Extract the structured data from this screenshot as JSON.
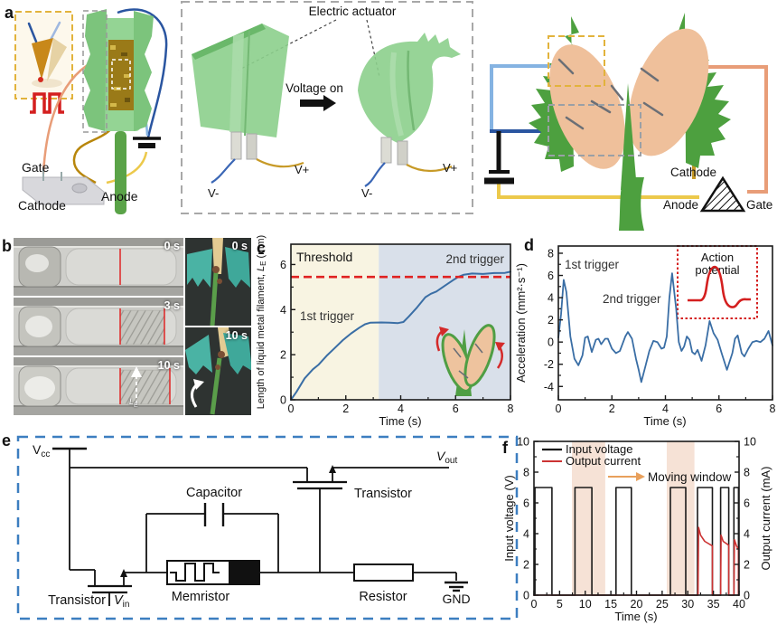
{
  "figure": {
    "panel_labels": {
      "a": "a",
      "b": "b",
      "c": "c",
      "d": "d",
      "e": "e",
      "f": "f"
    },
    "panel_a": {
      "device": {
        "gate": "Gate",
        "cathode": "Cathode",
        "anode": "Anode"
      },
      "actuator_box": {
        "title": "Electric actuator",
        "voltage_on": "Voltage on",
        "v_minus_left": "V-",
        "v_plus_left": "V+",
        "v_minus_right": "V-",
        "v_plus_right": "V+"
      },
      "plant": {
        "cathode": "Cathode",
        "anode": "Anode",
        "gate": "Gate"
      }
    },
    "panel_b": {
      "left_frames": [
        "0 s",
        "3 s",
        "10 s"
      ],
      "right_frames": [
        "0 s",
        "10 s"
      ],
      "marker": {
        "symbol": "L",
        "sub": "E"
      }
    },
    "panel_e": {
      "vcc": {
        "base": "V",
        "sub": "cc"
      },
      "vin": {
        "base": "V",
        "sub": "in"
      },
      "vout": {
        "base": "V",
        "sub": "out"
      },
      "transistor1": "Transistor",
      "transistor2": "Transistor",
      "capacitor": "Capacitor",
      "memristor": "Memristor",
      "resistor": "Resistor",
      "gnd": "GND"
    }
  },
  "chart_data": [
    {
      "id": "c",
      "type": "line",
      "ylabel_prefix": "Length of liquid metal filament, ",
      "ylabel_symbol": "L",
      "ylabel_sub": "E",
      "ylabel_suffix": " (mm)",
      "xlabel": "Time (s)",
      "xlim": [
        0,
        8
      ],
      "ylim": [
        0,
        6.9
      ],
      "xticks": [
        0,
        2,
        4,
        6,
        8
      ],
      "yticks": [
        0,
        2,
        4,
        6
      ],
      "xminor": [
        1,
        3,
        5,
        7
      ],
      "yminor": [
        1,
        3,
        5
      ],
      "threshold": {
        "label": "Threshold",
        "value": 5.45,
        "color": "#e02222"
      },
      "regions": [
        {
          "from": 0,
          "to": 3.2,
          "color": "#f8f4e2"
        },
        {
          "from": 3.2,
          "to": 8,
          "color": "#d9e0ea"
        }
      ],
      "annotations": [
        {
          "text": "1st trigger"
        },
        {
          "text": "2nd trigger"
        }
      ],
      "series": [
        {
          "name": "filament length",
          "color": "#3a6ea5",
          "points": [
            [
              0,
              0
            ],
            [
              0.2,
              0.35
            ],
            [
              0.5,
              0.95
            ],
            [
              0.8,
              1.35
            ],
            [
              1.0,
              1.55
            ],
            [
              1.3,
              1.95
            ],
            [
              1.6,
              2.3
            ],
            [
              1.9,
              2.65
            ],
            [
              2.2,
              2.95
            ],
            [
              2.5,
              3.2
            ],
            [
              2.7,
              3.35
            ],
            [
              2.9,
              3.42
            ],
            [
              3.3,
              3.43
            ],
            [
              3.6,
              3.42
            ],
            [
              3.9,
              3.4
            ],
            [
              4.1,
              3.45
            ],
            [
              4.3,
              3.7
            ],
            [
              4.6,
              4.1
            ],
            [
              4.9,
              4.55
            ],
            [
              5.1,
              4.7
            ],
            [
              5.3,
              4.8
            ],
            [
              5.6,
              5.05
            ],
            [
              5.9,
              5.3
            ],
            [
              6.1,
              5.45
            ],
            [
              6.3,
              5.55
            ],
            [
              6.6,
              5.6
            ],
            [
              7.0,
              5.58
            ],
            [
              7.4,
              5.62
            ],
            [
              7.8,
              5.63
            ],
            [
              8.0,
              5.68
            ]
          ]
        }
      ]
    },
    {
      "id": "d",
      "type": "line",
      "ylabel": "Acceleration (mm²·s⁻¹)",
      "xlabel": "Time (s)",
      "xlim": [
        0,
        8
      ],
      "ylim": [
        -5.2,
        8.65
      ],
      "xticks": [
        0,
        2,
        4,
        6,
        8
      ],
      "yticks": [
        -4,
        -2,
        0,
        2,
        4,
        6,
        8
      ],
      "xminor": [
        1,
        3,
        5,
        7
      ],
      "yminor": [
        -3,
        -1,
        1,
        3,
        5,
        7
      ],
      "annotations": [
        {
          "text": "1st trigger"
        },
        {
          "text": "2nd trigger"
        }
      ],
      "inset": {
        "line1": "Action",
        "line2": "potential",
        "color": "#d41f1f"
      },
      "series": [
        {
          "name": "acceleration",
          "color": "#3a6ea5",
          "points": [
            [
              0,
              0.4
            ],
            [
              0.1,
              2.5
            ],
            [
              0.2,
              5.6
            ],
            [
              0.3,
              4.5
            ],
            [
              0.45,
              0.5
            ],
            [
              0.6,
              -1.5
            ],
            [
              0.75,
              -2.1
            ],
            [
              0.9,
              -1.2
            ],
            [
              1.0,
              0.4
            ],
            [
              1.1,
              0.5
            ],
            [
              1.25,
              -0.9
            ],
            [
              1.4,
              0.2
            ],
            [
              1.5,
              0.3
            ],
            [
              1.6,
              -0.2
            ],
            [
              1.75,
              0.3
            ],
            [
              1.85,
              0.3
            ],
            [
              2.0,
              -0.6
            ],
            [
              2.15,
              -1.0
            ],
            [
              2.3,
              -0.8
            ],
            [
              2.5,
              0.5
            ],
            [
              2.6,
              0.9
            ],
            [
              2.75,
              0.3
            ],
            [
              2.9,
              -1.5
            ],
            [
              3.0,
              -2.5
            ],
            [
              3.1,
              -3.6
            ],
            [
              3.25,
              -2.2
            ],
            [
              3.4,
              -0.8
            ],
            [
              3.55,
              0.1
            ],
            [
              3.7,
              0.0
            ],
            [
              3.85,
              -0.6
            ],
            [
              3.95,
              -0.5
            ],
            [
              4.05,
              0.5
            ],
            [
              4.15,
              4.0
            ],
            [
              4.25,
              6.2
            ],
            [
              4.4,
              3.0
            ],
            [
              4.5,
              0.0
            ],
            [
              4.6,
              -0.8
            ],
            [
              4.7,
              -0.4
            ],
            [
              4.8,
              0.5
            ],
            [
              4.9,
              0.2
            ],
            [
              5.0,
              -0.9
            ],
            [
              5.1,
              -1.1
            ],
            [
              5.2,
              -0.7
            ],
            [
              5.35,
              -1.7
            ],
            [
              5.5,
              -0.3
            ],
            [
              5.65,
              1.9
            ],
            [
              5.8,
              0.8
            ],
            [
              5.95,
              0.2
            ],
            [
              6.1,
              -1.0
            ],
            [
              6.3,
              -2.5
            ],
            [
              6.5,
              -1.0
            ],
            [
              6.6,
              0.3
            ],
            [
              6.7,
              0.6
            ],
            [
              6.85,
              -1.0
            ],
            [
              6.95,
              -1.3
            ],
            [
              7.1,
              -0.6
            ],
            [
              7.25,
              0.0
            ],
            [
              7.4,
              0.1
            ],
            [
              7.55,
              0.0
            ],
            [
              7.7,
              0.3
            ],
            [
              7.85,
              1.0
            ],
            [
              8.0,
              -0.3
            ]
          ]
        }
      ]
    },
    {
      "id": "f",
      "type": "line",
      "ylabel_left": "Input voltage (V)",
      "ylabel_right": "Output current (mA)",
      "xlabel": "Time (s)",
      "xlim": [
        0,
        40
      ],
      "ylim": [
        0,
        10
      ],
      "xticks": [
        0,
        5,
        10,
        15,
        20,
        25,
        30,
        35,
        40
      ],
      "yticks": [
        0,
        2,
        4,
        6,
        8,
        10
      ],
      "xminor": [
        2.5,
        7.5,
        12.5,
        17.5,
        22.5,
        27.5,
        32.5,
        37.5
      ],
      "yminor": [
        1,
        3,
        5,
        7,
        9
      ],
      "legend": [
        {
          "label": "Input voltage",
          "color": "#1a1a1a"
        },
        {
          "label": "Output current",
          "color": "#cc3333"
        }
      ],
      "moving_window": {
        "label": "Moving window",
        "color": "#e8a05c",
        "band_color": "#f6e2d6",
        "bands": [
          [
            7.4,
            13.9
          ],
          [
            25.9,
            31.3
          ]
        ]
      },
      "series": [
        {
          "name": "Input voltage",
          "color": "#1a1a1a",
          "points": [
            [
              0,
              0
            ],
            [
              0.2,
              0
            ],
            [
              0.2,
              7
            ],
            [
              3.5,
              7
            ],
            [
              3.5,
              0
            ],
            [
              8,
              0
            ],
            [
              8,
              7
            ],
            [
              11.3,
              7
            ],
            [
              11.3,
              0
            ],
            [
              16,
              0
            ],
            [
              16,
              7
            ],
            [
              19,
              7
            ],
            [
              19,
              0
            ],
            [
              26.6,
              0
            ],
            [
              26.6,
              7
            ],
            [
              29.6,
              7
            ],
            [
              29.6,
              0
            ],
            [
              31.9,
              0
            ],
            [
              31.9,
              7
            ],
            [
              34.8,
              7
            ],
            [
              34.8,
              0
            ],
            [
              36.4,
              0
            ],
            [
              36.4,
              7
            ],
            [
              38,
              7
            ],
            [
              38,
              0
            ],
            [
              39,
              0
            ],
            [
              39,
              7
            ],
            [
              39.9,
              7
            ],
            [
              39.9,
              0
            ],
            [
              40,
              0
            ]
          ]
        },
        {
          "name": "Output current",
          "color": "#cc3333",
          "points": [
            [
              0,
              0
            ],
            [
              32,
              0
            ],
            [
              32.1,
              4.4
            ],
            [
              32.5,
              3.9
            ],
            [
              33.3,
              3.5
            ],
            [
              34.8,
              3.2
            ],
            [
              34.8,
              0
            ],
            [
              36.4,
              0
            ],
            [
              36.5,
              3.9
            ],
            [
              36.9,
              3.5
            ],
            [
              38,
              3.25
            ],
            [
              38,
              0
            ],
            [
              39,
              0
            ],
            [
              39.1,
              3.6
            ],
            [
              39.5,
              3.2
            ],
            [
              39.9,
              2.95
            ],
            [
              39.9,
              0
            ],
            [
              40,
              0
            ]
          ]
        }
      ]
    }
  ]
}
